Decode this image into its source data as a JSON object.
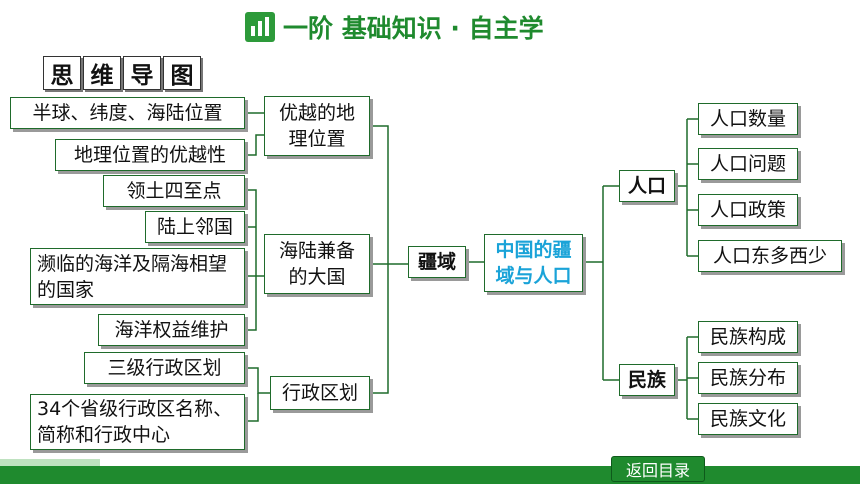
{
  "header": {
    "title": "一阶  基础知识 · 自主学"
  },
  "mind_map_label": [
    "思",
    "维",
    "导",
    "图"
  ],
  "nodes": {
    "center": "中国的疆域与人口",
    "jiangyu": "疆域",
    "renkou": "人口",
    "minzu": "民族",
    "youyue": "优越的地理位置",
    "haiLu": "海陆兼备的大国",
    "xingzheng": "行政区划",
    "l_banqiu": "半球、纬度、海陆位置",
    "l_youyuexing": "地理位置的优越性",
    "l_lingtu": "领土四至点",
    "l_linguo": "陆上邻国",
    "l_binlin": "濒临的海洋及隔海相望的国家",
    "l_haiyang": "海洋权益维护",
    "l_sanji": "三级行政区划",
    "l_34": "34个省级行政区名称、简称和行政中心",
    "r_shuliang": "人口数量",
    "r_wenti": "人口问题",
    "r_zhengce": "人口政策",
    "r_dongduo": "人口东多西少",
    "m_goucheng": "民族构成",
    "m_fenbu": "民族分布",
    "m_wenhua": "民族文化"
  },
  "footer": {
    "back_label": "返回目录"
  },
  "colors": {
    "accent_green": "#1f8a2e",
    "center_text": "#1aa3d8"
  }
}
